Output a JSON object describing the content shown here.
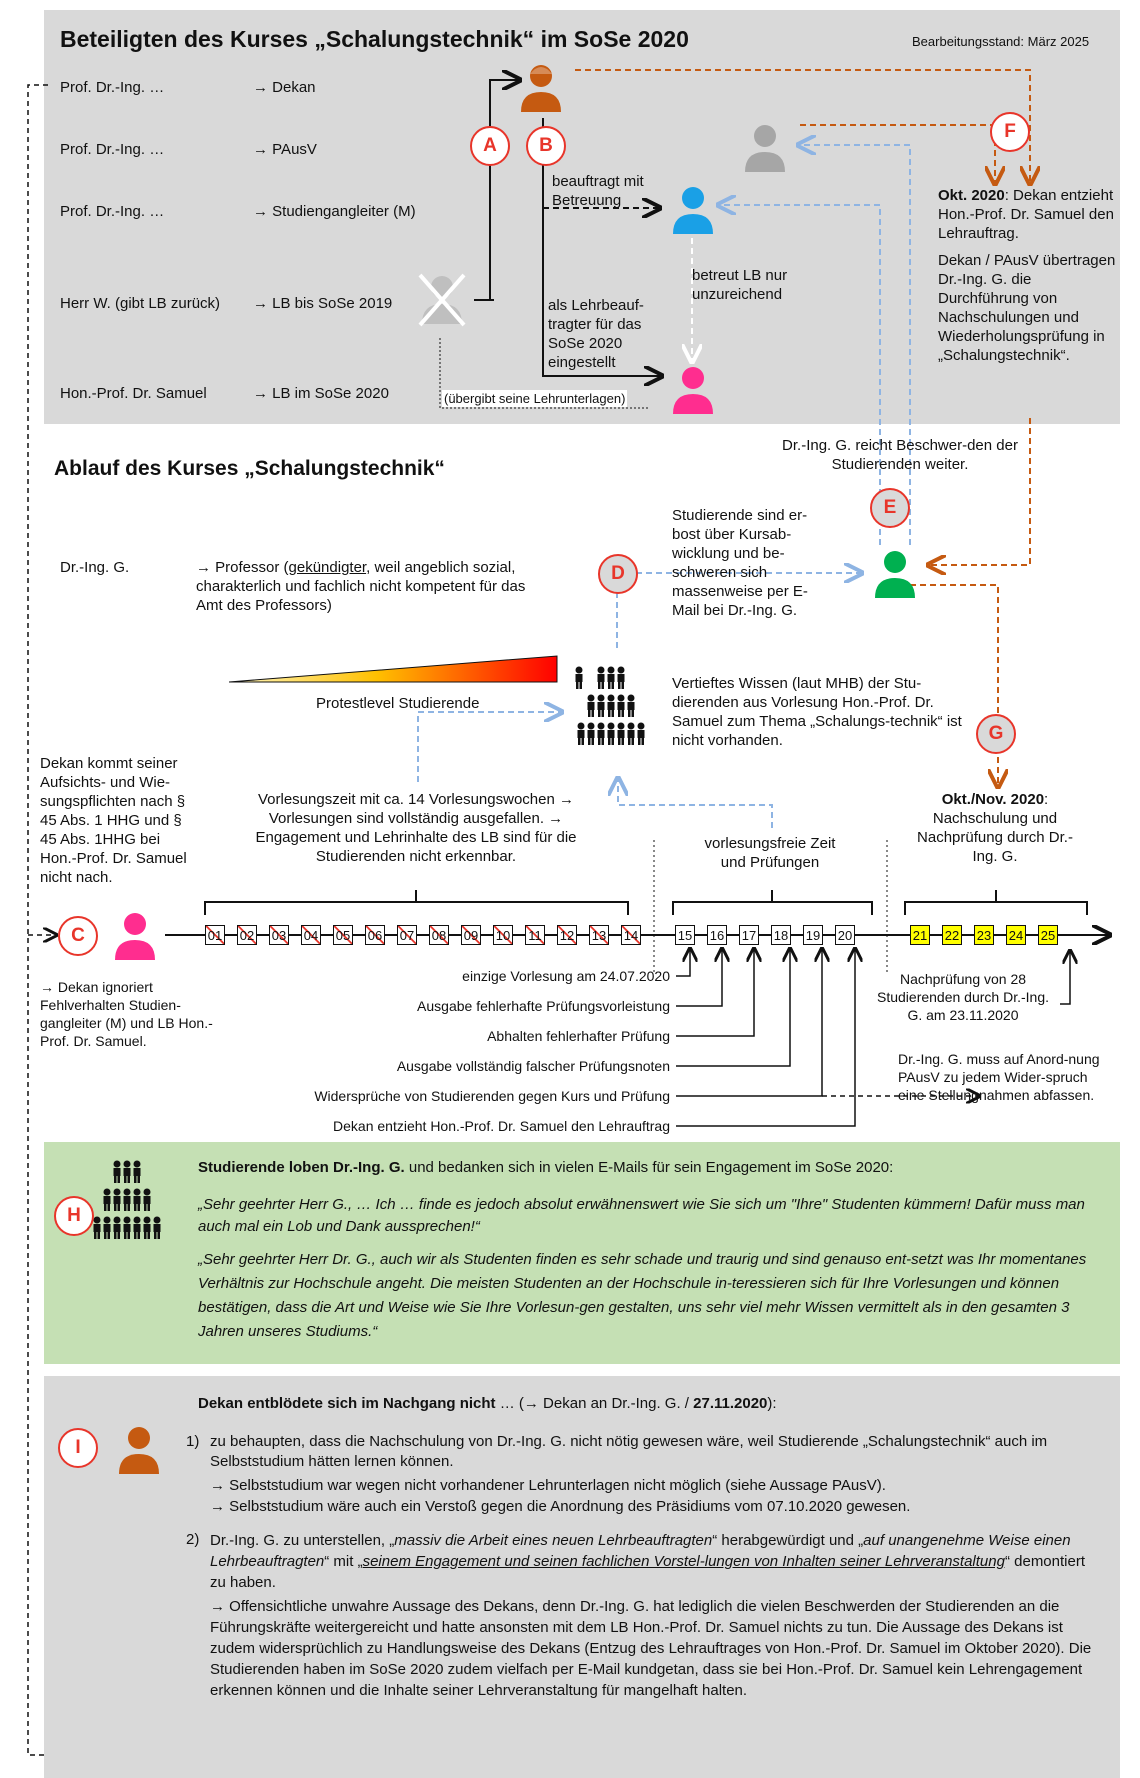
{
  "header": {
    "title": "Beteiligten des Kurses „Schalungstechnik“ im SoSe 2020",
    "status": "Bearbeitungsstand: März 2025"
  },
  "roles": [
    {
      "person": "Prof. Dr.-Ing. …",
      "role": "→ Dekan"
    },
    {
      "person": "Prof. Dr.-Ing. …",
      "role": "→ PAusV"
    },
    {
      "person": "Prof. Dr.-Ing. …",
      "role": "→ Studiengangleiter (M)"
    },
    {
      "person": "Herr W. (gibt LB zurück)",
      "role": "→ LB bis SoSe 2019"
    },
    {
      "person": "Hon.-Prof. Dr. Samuel",
      "role": "→ LB im SoSe 2020"
    }
  ],
  "labels": {
    "beauftragt": "beauftragt mit Betreuung",
    "betreut": "betreut LB nur unzureichend",
    "lehrbeauftragter": "als Lehrbeauf-tragter für das SoSe 2020 eingestellt",
    "uebergibt": "(übergibt seine Lehrunterlagen)",
    "okt_title": "Okt. 2020",
    "okt_text1": ": Dekan entzieht Hon.-Prof. Dr. Samuel den Lehrauftrag.",
    "okt_text2": "Dekan / PAusV übertragen Dr.-Ing. G. die Durchführung von Nachschulungen und Wiederholungsprüfung in „Schalungstechnik“.",
    "reicht": "Dr.-Ing. G. reicht Beschwer-den der Studierenden weiter.",
    "ablauf_title": "Ablauf des Kurses „Schalungstechnik“",
    "drg_person": "Dr.-Ing. G.",
    "drg_role_a": "→ Professor (",
    "drg_role_u": "gekündigter",
    "drg_role_b": ", weil angeblich sozial, charakterlich und fachlich nicht kompetent für das Amt des Professors)",
    "studierende_erbost": "Studierende sind er-bost über Kursab-wicklung und be-schweren sich massenweise per E-Mail bei Dr.-Ing. G.",
    "protest": "Protestlevel Studierende",
    "vertieftes": "Vertieftes Wissen (laut MHB) der Stu-dierenden aus Vorlesung Hon.-Prof. Dr. Samuel zum Thema „Schalungs-technik“ ist nicht vorhanden.",
    "dekan_kommt": "Dekan kommt seiner Aufsichts- und Wie-sungspflichten nach § 45 Abs. 1 HHG und § 45 Abs. 1HHG bei Hon.-Prof. Dr. Samuel nicht nach.",
    "vorlesungszeit": "Vorlesungszeit mit ca. 14 Vorlesungswochen → Vorlesungen sind vollständig ausgefallen. → Engagement und Lehrinhalte des LB sind für die Studierenden nicht erkennbar.",
    "vorlesungsfrei": "vorlesungsfreie Zeit und Prüfungen",
    "okt_nov_title": "Okt./Nov. 2020",
    "okt_nov_text": ": Nachschulung und Nachprüfung durch Dr.-Ing. G.",
    "dekan_ignoriert": "→ Dekan ignoriert Fehlverhalten Studien-gangleiter (M) und LB Hon.-Prof. Dr. Samuel.",
    "nachpruefung": "Nachprüfung von 28 Studierenden durch Dr.-Ing. G. am 23.11.2020",
    "stellungnahme": "Dr.-Ing. G. muss auf Anord-nung PAusV zu jedem Wider-spruch eine Stellungnahmen abfassen."
  },
  "events": [
    "einzige Vorlesung am 24.07.2020",
    "Ausgabe fehlerhafte Prüfungsvorleistung",
    "Abhalten fehlerhafter Prüfung",
    "Ausgabe vollständig falscher Prüfungsnoten",
    "Widersprüche von Studierenden gegen Kurs und Prüfung",
    "Dekan entzieht Hon.-Prof. Dr. Samuel den Lehrauftrag"
  ],
  "weeks": {
    "lecture": [
      "01",
      "02",
      "03",
      "04",
      "05",
      "06",
      "07",
      "08",
      "09",
      "10",
      "11",
      "12",
      "13",
      "14"
    ],
    "exam": [
      "15",
      "16",
      "17",
      "18",
      "19",
      "20"
    ],
    "retake": [
      "21",
      "22",
      "23",
      "24",
      "25"
    ]
  },
  "markers": [
    "A",
    "B",
    "C",
    "D",
    "E",
    "F",
    "G",
    "H",
    "I"
  ],
  "praise": {
    "title": "Studierende loben Dr.-Ing. G.",
    "title_rest": " und bedanken sich in vielen E-Mails für sein Engagement im SoSe 2020:",
    "quote1": "„Sehr geehrter Herr G., … Ich … finde es jedoch absolut erwähnenswert wie Sie sich um \"Ihre\" Studenten kümmern! Dafür muss man auch mal ein Lob und Dank aussprechen!“",
    "quote2": "„Sehr geehrter Herr Dr. G., auch wir als Studenten finden es sehr schade und traurig und sind genauso ent-setzt was Ihr momentanes Verhältnis zur Hochschule angeht. Die meisten Studenten an der Hochschule in-teressieren sich für Ihre Vorlesungen und können bestätigen, dass die Art und Weise wie Sie Ihre Vorlesun-gen gestalten, uns sehr viel mehr Wissen vermittelt als in den gesamten 3 Jahren unseres Studiums.“"
  },
  "dekan": {
    "title": "Dekan entblödete sich im Nachgang nicht",
    "title_rest": " … (→ Dekan an Dr.-Ing. G. / ",
    "date": "27.11.2020",
    "date_end": "):",
    "item1_num": "1)",
    "item1": "zu behaupten, dass die Nachschulung von Dr.-Ing. G. nicht nötig gewesen wäre, weil Studierende „Schalungstechnik“ auch im Selbststudium hätten lernen können.",
    "item1_a": "→ Selbststudium war wegen nicht vorhandener Lehrunterlagen nicht möglich (siehe Aussage PAusV).",
    "item1_b": "→ Selbststudium wäre auch ein Verstoß gegen die Anordnung des Präsidiums vom 07.10.2020 gewesen.",
    "item2_num": "2)",
    "item2_a": "Dr.-Ing. G. zu unterstellen, „",
    "item2_b": "massiv die Arbeit eines neuen Lehrbeauftragten",
    "item2_c": "“ herabgewürdigt und „",
    "item2_d": "auf unangenehme Weise einen Lehrbeauftragten",
    "item2_e": "“ mit „",
    "item2_f": "seinem Engagement und seinen fachlichen Vorstel-lungen von Inhalten seiner Lehrveranstaltung",
    "item2_g": "“ demontiert zu haben.",
    "item2_arrow": "→ Offensichtliche unwahre Aussage des Dekans, denn Dr.-Ing. G. hat lediglich die vielen Beschwerden der Studierenden an die Führungskräfte weitergereicht und hatte ansonsten mit dem LB Hon.-Prof. Dr. Samuel nichts zu tun. Die Aussage des Dekans ist zudem widersprüchlich zu Handlungsweise des Dekans (Entzug des Lehrauftrages von Hon.-Prof. Dr. Samuel im Oktober 2020). Die Studierenden haben im SoSe 2020 zudem vielfach per E-Mail kundgetan, dass sie bei Hon.-Prof. Dr. Samuel kein Lehrengagement erkennen können und die Inhalte seiner Lehrveranstaltung für mangelhaft halten."
  },
  "colors": {
    "orange": "#c55a11",
    "grey": "#a6a6a6",
    "blue": "#1aa0e6",
    "pink": "#ff2d8f",
    "green": "#00b050",
    "red": "#e8352a",
    "dashed_blue": "#8eb4e3"
  }
}
